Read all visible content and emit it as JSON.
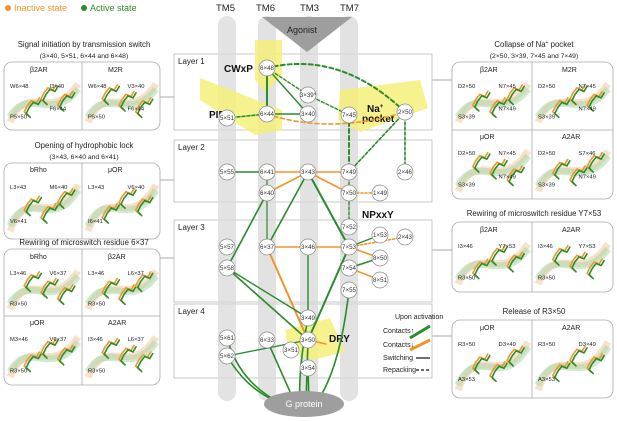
{
  "legend_top": {
    "inactive": "Inactive state",
    "active": "Active state"
  },
  "colors": {
    "inactive": "#f0962a",
    "active": "#2a8c2a",
    "highlight": "#f5f07a",
    "helix": "#d9d9d9"
  },
  "tm_labels": [
    "TM5",
    "TM6",
    "TM3",
    "TM7"
  ],
  "agonist": "Agonist",
  "g_protein": "G protein",
  "layers": [
    "Layer 1",
    "Layer 2",
    "Layer 3",
    "Layer 4"
  ],
  "motifs": {
    "cwxp": "CWxP",
    "pif": "PIF",
    "na_pocket_1": "Na",
    "na_pocket_sup": "+",
    "na_pocket_2": "pocket",
    "npxxy": "NPxxY",
    "dry": "DRY"
  },
  "nodes": {
    "n648": "6×48",
    "n551": "5×51",
    "n644": "6×44",
    "n339": "3×39*",
    "n340": "3×40",
    "n745": "7×45",
    "n250": "2×50",
    "n555": "5×55",
    "n641": "6×41",
    "n343": "3×43",
    "n749": "7×49",
    "n640": "6×40",
    "n750": "7×50",
    "n149": "1×49",
    "n246": "2×46",
    "n557": "5×57",
    "n558": "5×58",
    "n637": "6×37",
    "n346": "3×46",
    "n752": "7×52",
    "n153": "1×53",
    "n243": "2×43",
    "n753": "7×53",
    "n850": "8×50",
    "n754": "7×54",
    "n851": "8×51",
    "n755": "7×55",
    "n561": "5×61",
    "n562": "5×62",
    "n633": "6×33",
    "n349": "3×49",
    "n350": "3×50",
    "n351": "3×51",
    "n354": "3×54"
  },
  "legend_bottom": {
    "title": "Upon activation",
    "contacts_up": "Contacts",
    "contacts_down": "Contacts",
    "switching": "Switching",
    "repacking": "Repacking"
  },
  "panels": {
    "signal": {
      "title": "Signal initiation by transmission switch",
      "subtitle": "(3×40, 5×51, 6×44 and 6×48)",
      "left": "β2AR",
      "right": "M2R"
    },
    "hydro": {
      "title": "Opening of hydrophobic lock",
      "subtitle": "(3×43, 6×40 and 6×41)",
      "left": "bRho",
      "right": "μOR"
    },
    "rewire637": {
      "title": "Rewiring of microswitch residue 6×37",
      "tl": "bRho",
      "tr": "β2AR",
      "bl": "μOR",
      "br": "A2AR"
    },
    "na": {
      "title": "Collapse of Na+ pocket",
      "subtitle": "(2×50, 3×39, 7×45 and 7×49)",
      "tl": "β2AR",
      "tr": "M2R",
      "bl": "μOR",
      "br": "A2AR"
    },
    "y753": {
      "title": "Rewiring of microswitch residue Y7×53",
      "left": "β2AR",
      "right": "A2AR"
    },
    "r350": {
      "title": "Release of R3×50",
      "left": "μOR",
      "right": "A2AR"
    }
  },
  "residues": {
    "p1": [
      "W6×48",
      "I3×40",
      "P5×50",
      "F6×44",
      "W6×48",
      "V3×40",
      "P5×50",
      "F6×44"
    ],
    "p2": [
      "L3×43",
      "M6×40",
      "V6×41",
      "L3×43",
      "V6×40",
      "I6×41"
    ],
    "p3": [
      "L3×46",
      "V6×37",
      "R3×50",
      "L3×46",
      "L6×37",
      "R3×50",
      "M3×46",
      "V6×37",
      "R3×50",
      "I3×46",
      "L6×37",
      "R3×50"
    ],
    "p4": [
      "D2×50",
      "N7×45",
      "S3×39",
      "N7×49",
      "D2×50",
      "N7×45",
      "S3×39",
      "N7×49",
      "D2×50",
      "N7×45",
      "S3×39",
      "N7×49",
      "D2×50",
      "S7×46",
      "S3×39",
      "N7×49"
    ],
    "p5": [
      "I3×46",
      "Y7×53",
      "R3×50",
      "I3×46",
      "Y7×53",
      "R3×50"
    ],
    "p6": [
      "R3×50",
      "D3×49",
      "A3×53",
      "R3×50",
      "D3×49",
      "A3×53"
    ]
  }
}
